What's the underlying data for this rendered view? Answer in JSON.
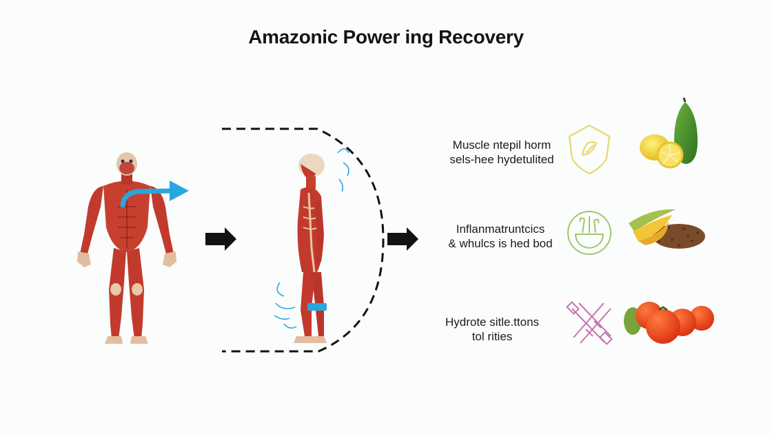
{
  "title": "Amazonic Power ing Recovery",
  "benefits": [
    {
      "line1": "Muscle ntepil horm",
      "line2": "sels-hee hydetulited",
      "icon": "leaf-shield-icon",
      "food": "lemon-avocado",
      "icon_color": "#e6d96a"
    },
    {
      "line1": "Inflanmatruntcics",
      "line2": "& whulcs is hed bod",
      "icon": "herb-bowl-icon",
      "food": "bananas-seeds",
      "icon_color": "#9cc86a"
    },
    {
      "line1": "Hydrote sitle.ttons",
      "line2": "tol rities",
      "icon": "crossed-tools-icon",
      "food": "tomatoes",
      "icon_color": "#c973b0"
    }
  ],
  "colors": {
    "muscle": "#c23a2e",
    "skin": "#e8cbb0",
    "accent_arrow": "#2aa6df",
    "line": "#111111"
  }
}
